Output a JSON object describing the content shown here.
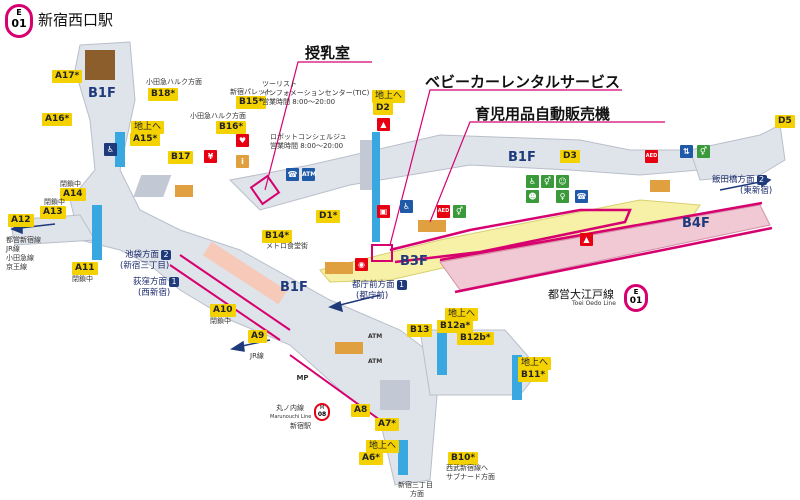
{
  "station": {
    "code_letter": "E",
    "code_number": "01",
    "name": "新宿西口駅",
    "line_name": "都営大江戸線",
    "line_name_en": "Toei Oedo Line"
  },
  "floors": {
    "b1f_left": "B1F",
    "b1f_mid": "B1F",
    "b1f_center": "B1F",
    "b3f": "B3F",
    "b4f": "B4F"
  },
  "callouts": {
    "nursing_room": "授乳室",
    "stroller_rental": "ベビーカーレンタルサービス",
    "baby_vending": "育児用品自動販売機"
  },
  "exits": {
    "A17": "A17*",
    "B18": "B18*",
    "B15": "B15*",
    "B16": "B16*",
    "A16": "A16*",
    "A15": "A15*",
    "B17": "B17",
    "A14": "A14",
    "A13": "A13",
    "A12": "A12",
    "A11": "A11",
    "B14": "B14*",
    "D1": "D1*",
    "D2": "D2",
    "D3": "D3",
    "D5": "D5",
    "A10": "A10",
    "A9": "A9",
    "B13": "B13",
    "B12a": "B12a*",
    "B12b": "B12b*",
    "B11": "B11*",
    "A8": "A8",
    "A7": "A7*",
    "A6": "A6*",
    "B10": "B10*"
  },
  "labels": {
    "odakyu_halc_1": "小田急ハルク方面",
    "odakyu_halc_2": "小田急ハルク方面",
    "shinjuku_palette": "新宿パレット",
    "tourist_info_1": "ツーリスト",
    "tourist_info_2": "インフォメーションセンター(TIC)",
    "tourist_info_3": "営業時間 8:00～20:00",
    "robot_concierge_1": "ロボットコンシェルジュ",
    "robot_concierge_2": "営業時間 8:00～20:00",
    "closed_1": "閉鎖中",
    "closed_2": "閉鎖中",
    "closed_3": "閉鎖中",
    "closed_4": "閉鎖中",
    "jr_line_left_1": "都営新宿線",
    "jr_line_left_2": "JR線",
    "jr_line_left_3": "小田急線",
    "jr_line_left_4": "京王線",
    "metro_food": "メトロ食堂街",
    "jr_line_bottom": "JR線",
    "marunouchi_1": "丸ノ内線",
    "marunouchi_2": "Marunouchi Line",
    "marunouchi_3": "新宿駅",
    "nishi_shinjuku_1": "西武新宿線へ",
    "nishi_shinjuku_2": "サブナード方面",
    "shinjuku3_1": "新宿三丁目",
    "shinjuku3_2": "方面",
    "upstairs_1": "地上へ",
    "upstairs_2": "地上へ",
    "upstairs_3": "地上へ",
    "upstairs_4": "地上へ",
    "upstairs_5": "地上へ"
  },
  "directions": {
    "ikebukuro": "池袋方面",
    "ikebukuro_num": "2",
    "ikebukuro_sub": "(新宿三丁目)",
    "ogikubo": "荻窪方面",
    "ogikubo_num": "1",
    "ogikubo_sub": "(西新宿)",
    "tochomae": "都庁前方面",
    "tochomae_num": "1",
    "tochomae_sub": "(都庁前)",
    "iidabashi": "飯田橋方面",
    "iidabashi_num": "2",
    "iidabashi_sub": "(東新宿)"
  },
  "signs": {
    "atm_1": "ATM",
    "atm_2": "ATM",
    "atm_3": "ATM",
    "aed_1": "AED",
    "aed_2": "AED",
    "mp": "MP",
    "m_code": "M",
    "m_num": "08"
  },
  "colors": {
    "oedo_magenta": "#d6006f",
    "exit_yellow": "#f4d100",
    "floor_text": "#1f3a7a",
    "b3f_platform": "#f7f1a8",
    "b4f_platform": "#f0c9d4",
    "concourse": "#dfe3ea",
    "elevator": "#39a7e0"
  }
}
